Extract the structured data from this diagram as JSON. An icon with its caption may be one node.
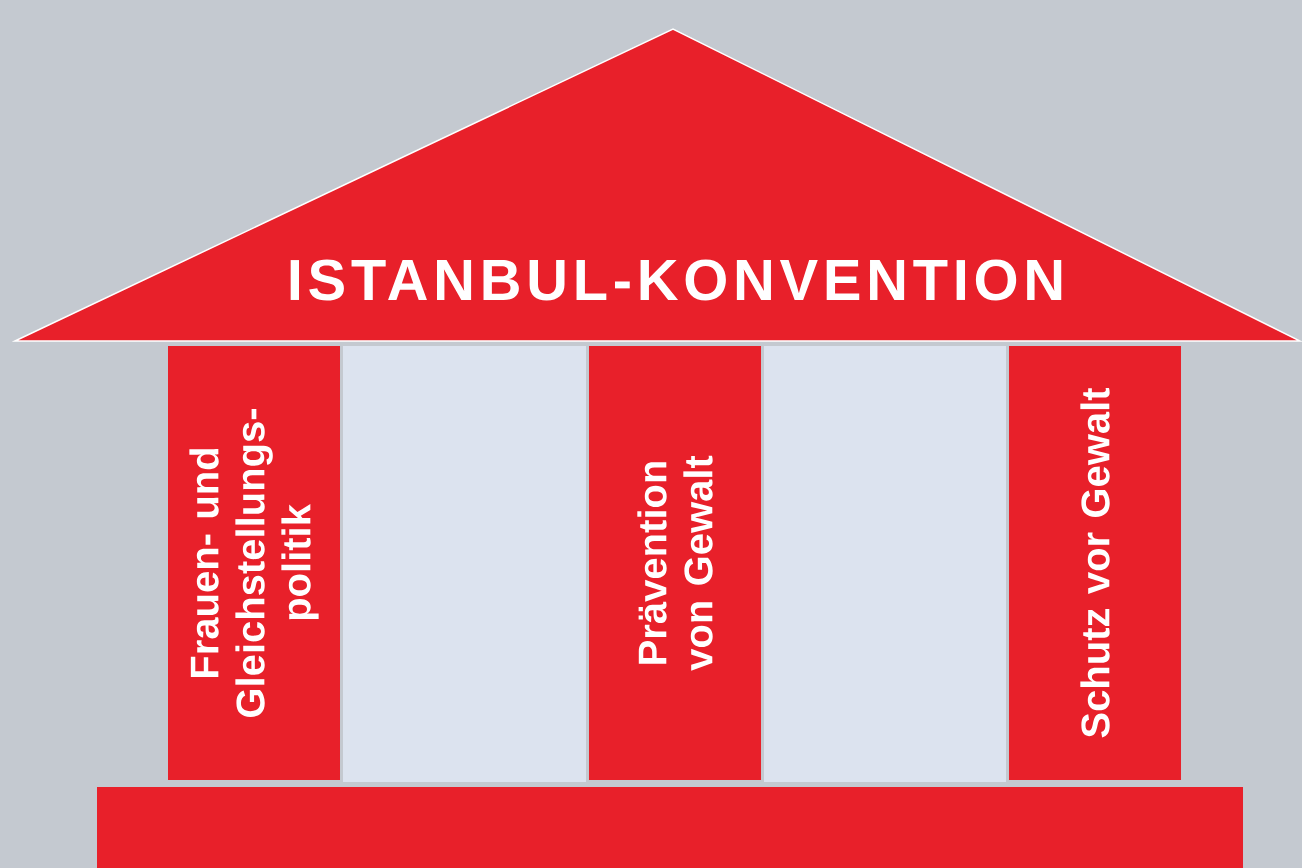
{
  "diagram": {
    "nodes": [
      {
        "text": [
          "ISTANBUL-KONVENTION"
        ]
      },
      {
        "text": [
          "Frauen- und Gleichstellungs- politik"
        ]
      },
      {
        "text": [
          "Prävention von Gewalt"
        ]
      },
      {
        "text": [
          "Schutz vor Gewalt"
        ]
      },
      {
        "text": [],
        "shape": "bar"
      }
    ]
  }
}
